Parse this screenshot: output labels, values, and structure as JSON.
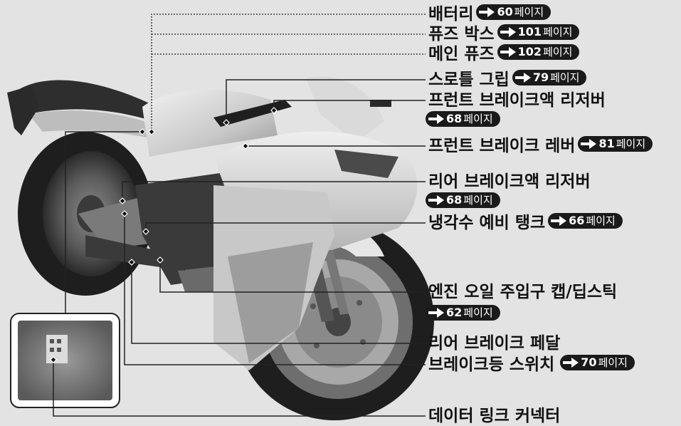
{
  "page_word": "페이지",
  "labels": [
    {
      "id": "battery",
      "text": "배터리",
      "page": "60"
    },
    {
      "id": "fuse-box",
      "text": "퓨즈 박스",
      "page": "101"
    },
    {
      "id": "main-fuse",
      "text": "메인 퓨즈",
      "page": "102"
    },
    {
      "id": "throttle-grip",
      "text": "스로틀 그립",
      "page": "79"
    },
    {
      "id": "front-brake-reservoir",
      "text": "프런트 브레이크액 리저버",
      "page": "68"
    },
    {
      "id": "front-brake-lever",
      "text": "프런트 브레이크 레버",
      "page": "81"
    },
    {
      "id": "rear-brake-reservoir",
      "text": "리어 브레이크액 리저버",
      "page": "68"
    },
    {
      "id": "coolant-reserve-tank",
      "text": "냉각수 예비 탱크",
      "page": "66"
    },
    {
      "id": "oil-filler-cap-dipstick",
      "text": "엔진 오일 주입구 캡/딥스틱",
      "page": "62"
    },
    {
      "id": "rear-brake-pedal",
      "text": "리어 브레이크 페달",
      "page": ""
    },
    {
      "id": "brake-light-switch",
      "text": "브레이크등 스위치",
      "page": "70"
    },
    {
      "id": "data-link-connector",
      "text": "데이터 링크 커넥터",
      "page": ""
    }
  ]
}
